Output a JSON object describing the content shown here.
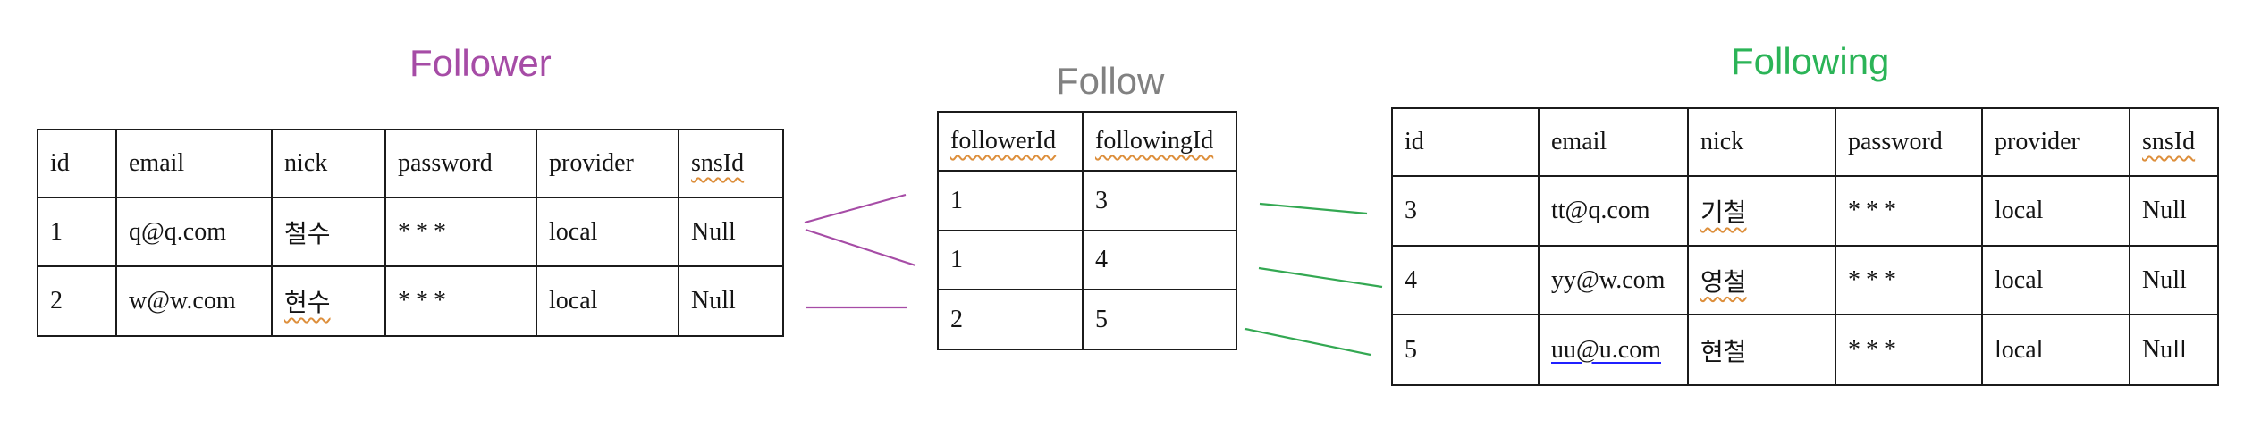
{
  "diagram_type": "entity-relationship table diagram",
  "tables": {
    "follower": {
      "title": "Follower",
      "title_color": "#a64ca6",
      "headers": [
        "id",
        "email",
        "nick",
        "password",
        "provider",
        "snsId"
      ],
      "rows": [
        [
          "1",
          "q@q.com",
          "철수",
          "***",
          "local",
          "Null"
        ],
        [
          "2",
          "w@w.com",
          "현수",
          "***",
          "local",
          "Null"
        ]
      ]
    },
    "follow": {
      "title": "Follow",
      "title_color": "#818181",
      "headers": [
        "followerId",
        "followingId"
      ],
      "rows": [
        [
          "1",
          "3"
        ],
        [
          "1",
          "4"
        ],
        [
          "2",
          "5"
        ]
      ]
    },
    "following": {
      "title": "Following",
      "title_color": "#2bb457",
      "headers": [
        "id",
        "email",
        "nick",
        "password",
        "provider",
        "snsId"
      ],
      "rows": [
        [
          "3",
          "tt@q.com",
          "기철",
          "***",
          "local",
          "Null"
        ],
        [
          "4",
          "yy@w.com",
          "영철",
          "***",
          "local",
          "Null"
        ],
        [
          "5",
          "uu@u.com",
          "현철",
          "***",
          "local",
          "Null"
        ]
      ],
      "link_cell": "uu@u.com"
    }
  },
  "relations": {
    "purple_crow_foot": [
      {
        "from": "follower row id=1",
        "to": "follow row (1,3)"
      },
      {
        "from": "follower row id=1",
        "to": "follow row (1,4)"
      },
      {
        "from": "follower row id=2",
        "to": "follow row (2,5)"
      }
    ],
    "green_lines": [
      {
        "from": "follow row (1,3)",
        "to": "following row id=3"
      },
      {
        "from": "follow row (1,4)",
        "to": "following row id=4"
      },
      {
        "from": "follow row (2,5)",
        "to": "following row id=5"
      }
    ]
  },
  "colors": {
    "purple_relation": "#a64ca6",
    "green_relation": "#33a852",
    "table_border": "#1b1b1b",
    "spellcheck_wavy_underline": "#dd8f3c",
    "hyperlink_blue": "#2020ff",
    "background": "#ffffff"
  }
}
